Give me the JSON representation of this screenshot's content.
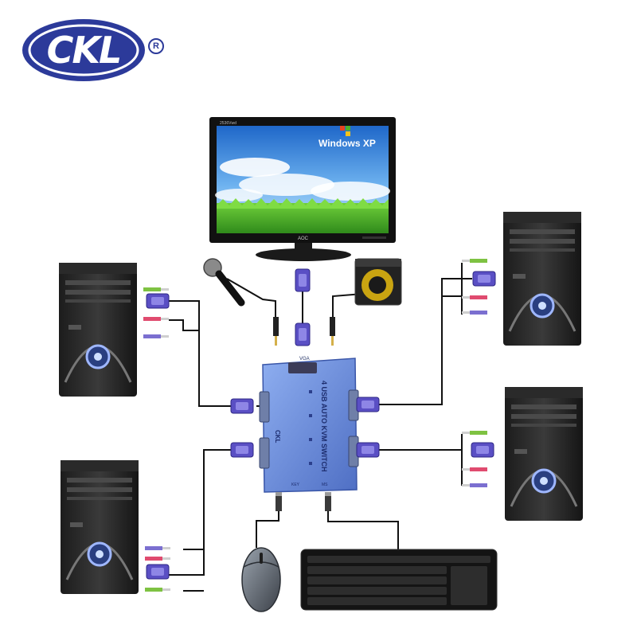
{
  "brand": {
    "logo_text": "CKL",
    "registered_mark": "R",
    "logo_color": "#2c3a9a"
  },
  "monitor": {
    "screen_text": "Windows XP",
    "brand_label": "AOC",
    "model_label": "2536Vwd"
  },
  "kvm_switch": {
    "label": "4 USB AUTO KVM SWITCH",
    "body_color": "#6c8fd6",
    "top_port_label": "VGA",
    "bottom_port_labels": [
      "KEY",
      "MS"
    ],
    "logo": "CKL"
  },
  "connector_color": "#5a4fc4",
  "computers": [
    {
      "position": "left-top"
    },
    {
      "position": "left-bottom"
    },
    {
      "position": "right-top"
    },
    {
      "position": "right-bottom"
    }
  ],
  "peripherals": [
    "microphone",
    "speaker",
    "mouse",
    "keyboard"
  ]
}
